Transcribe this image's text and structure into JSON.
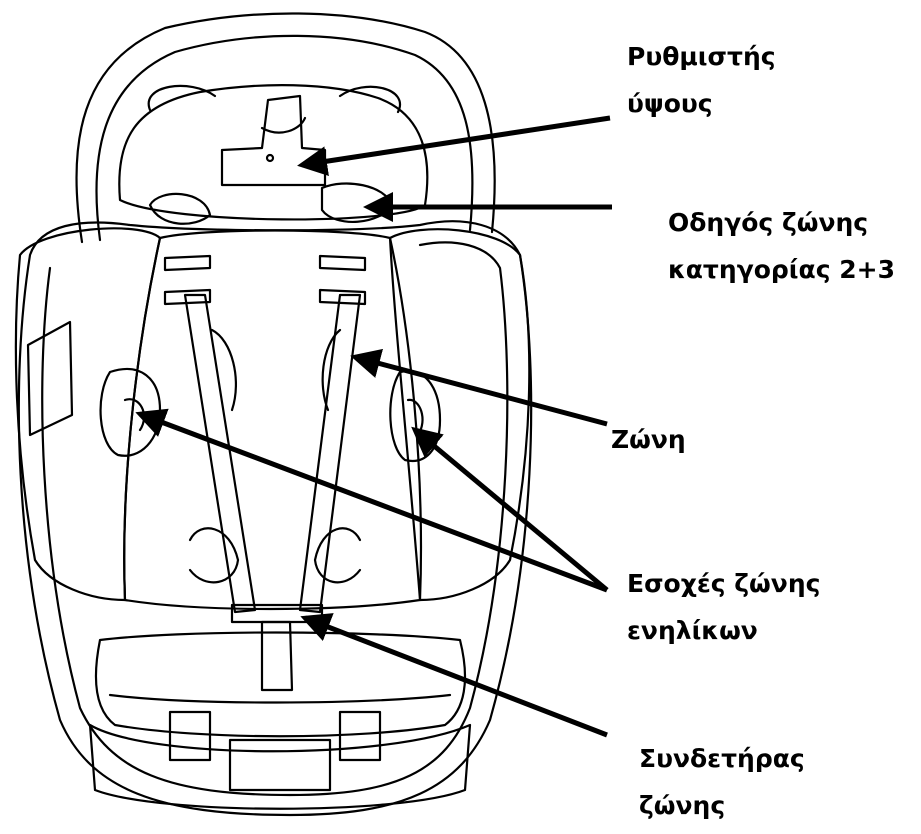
{
  "labels": {
    "height_adjuster": {
      "line1": "Ρυθμιστής",
      "line2": "ύψους"
    },
    "belt_guide": {
      "line1": "Οδηγός ζώνης",
      "line2": "κατηγορίας 2+3"
    },
    "belt": {
      "line1": "Ζώνη"
    },
    "adult_belt_slots": {
      "line1": "Εσοχές ζώνης",
      "line2": "ενηλίκων"
    },
    "belt_clip": {
      "line1": "Συνδετήρας",
      "line2": "ζώνης"
    }
  },
  "colors": {
    "ink": "#000000",
    "background": "#ffffff"
  }
}
